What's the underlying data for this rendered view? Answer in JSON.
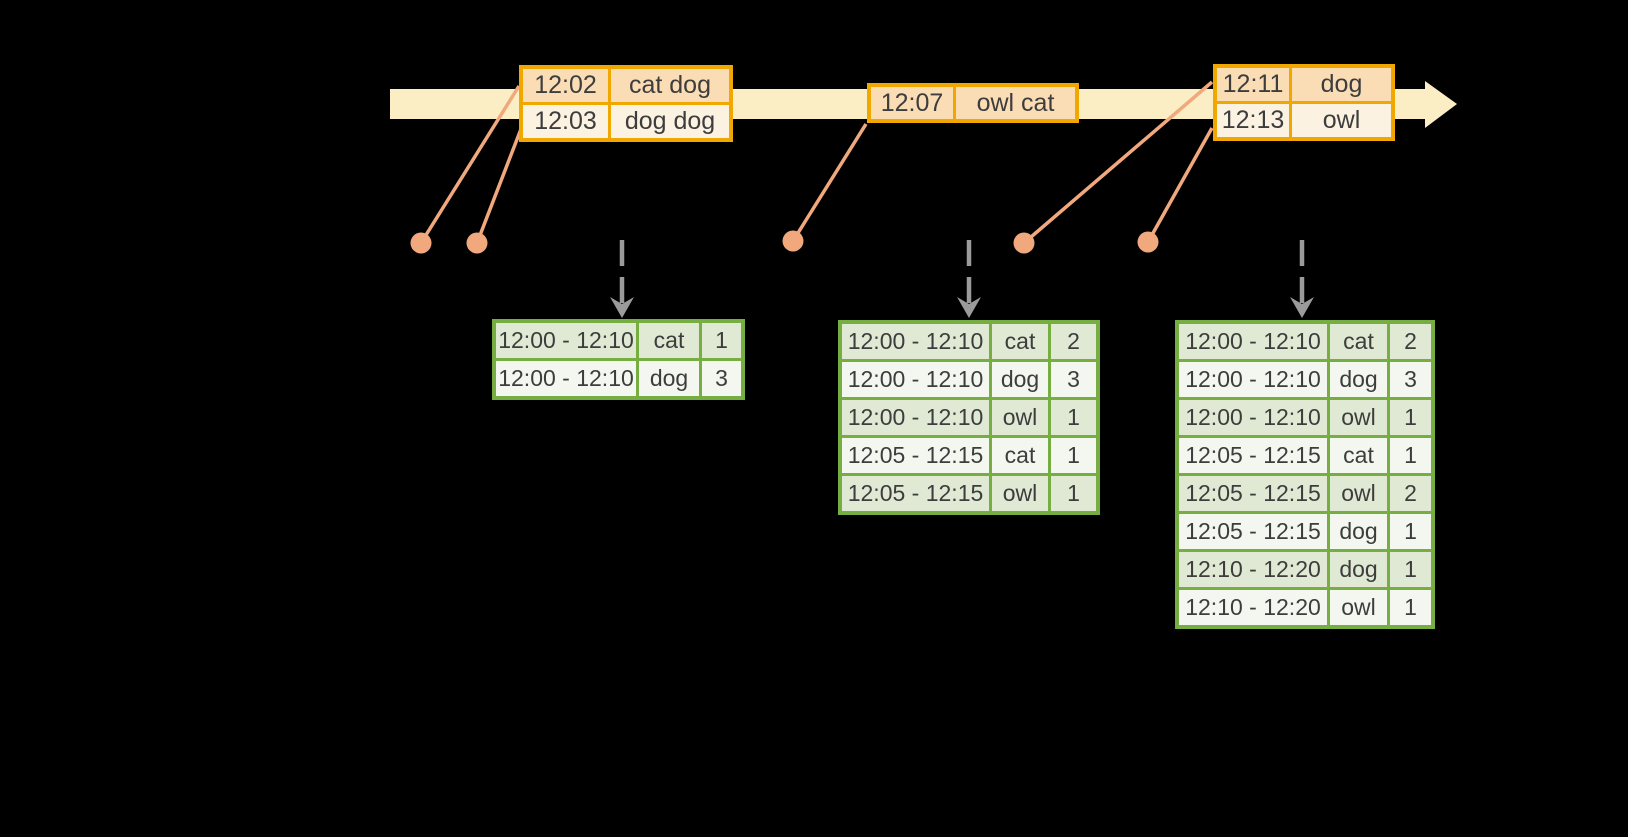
{
  "colors": {
    "background": "#000000",
    "timeline_fill": "#FBEEC4",
    "event_table_border": "#F0A800",
    "event_row_dark": "#FADCB5",
    "event_row_light": "#FCF2E2",
    "connector_salmon": "#F1A87D",
    "trigger_arrow_gray": "#9B9B9B",
    "result_table_border": "#77AE41",
    "result_row_tint": "#DFE9D3",
    "result_row_plain": "#F3F7EF",
    "text": "#3D3D3D"
  },
  "icons": {
    "timeline_arrow_icon": "right-arrow",
    "trigger_arrow_icon": "dashed-down-arrow",
    "event_dot_icon": "timeline-point-dot"
  },
  "event_tables": [
    {
      "rows": [
        {
          "time": "12:02",
          "words": "cat dog",
          "shade": "dark"
        },
        {
          "time": "12:03",
          "words": "dog dog",
          "shade": "light"
        }
      ]
    },
    {
      "rows": [
        {
          "time": "12:07",
          "words": "owl cat",
          "shade": "dark"
        }
      ]
    },
    {
      "rows": [
        {
          "time": "12:11",
          "words": "dog",
          "shade": "dark"
        },
        {
          "time": "12:13",
          "words": "owl",
          "shade": "light"
        }
      ]
    }
  ],
  "result_tables": [
    {
      "rows": [
        {
          "window": "12:00 - 12:10",
          "word": "cat",
          "count": "1"
        },
        {
          "window": "12:00 - 12:10",
          "word": "dog",
          "count": "3"
        }
      ]
    },
    {
      "rows": [
        {
          "window": "12:00 - 12:10",
          "word": "cat",
          "count": "2"
        },
        {
          "window": "12:00 - 12:10",
          "word": "dog",
          "count": "3"
        },
        {
          "window": "12:00 - 12:10",
          "word": "owl",
          "count": "1"
        },
        {
          "window": "12:05 - 12:15",
          "word": "cat",
          "count": "1"
        },
        {
          "window": "12:05 - 12:15",
          "word": "owl",
          "count": "1"
        }
      ]
    },
    {
      "rows": [
        {
          "window": "12:00 - 12:10",
          "word": "cat",
          "count": "2"
        },
        {
          "window": "12:00 - 12:10",
          "word": "dog",
          "count": "3"
        },
        {
          "window": "12:00 - 12:10",
          "word": "owl",
          "count": "1"
        },
        {
          "window": "12:05 - 12:15",
          "word": "cat",
          "count": "1"
        },
        {
          "window": "12:05 - 12:15",
          "word": "owl",
          "count": "2"
        },
        {
          "window": "12:05 - 12:15",
          "word": "dog",
          "count": "1"
        },
        {
          "window": "12:10 - 12:20",
          "word": "dog",
          "count": "1"
        },
        {
          "window": "12:10 - 12:20",
          "word": "owl",
          "count": "1"
        }
      ]
    }
  ]
}
